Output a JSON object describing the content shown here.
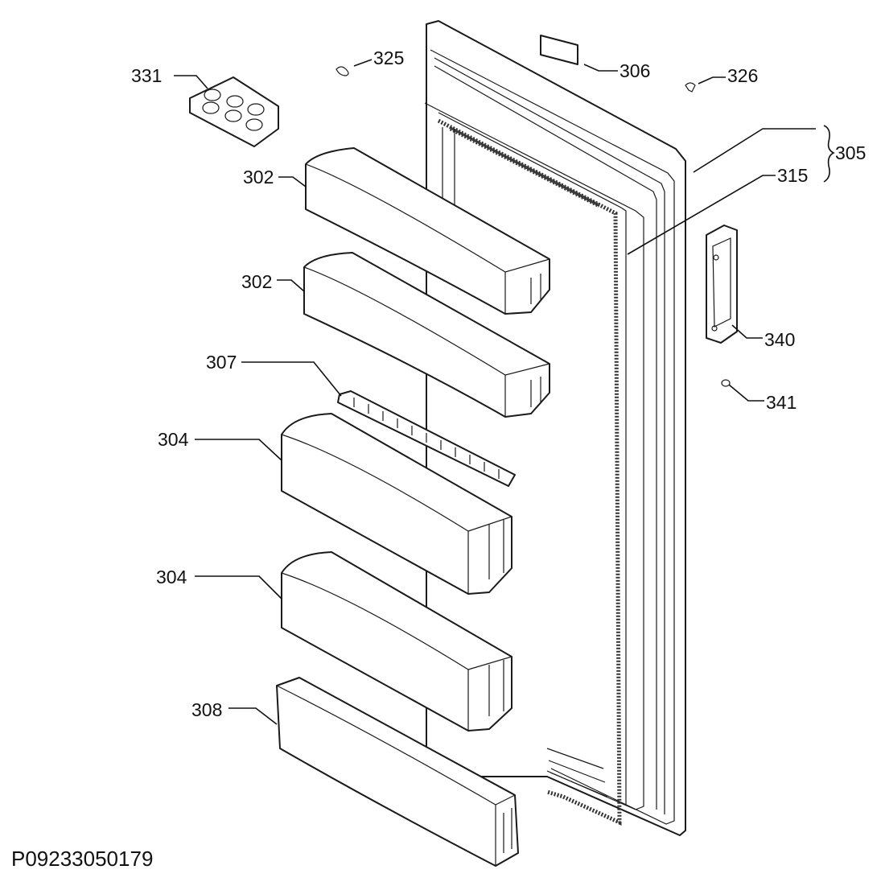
{
  "diagram": {
    "drawing_code": "P09233050179",
    "labels": {
      "p331": "331",
      "p325": "325",
      "p306": "306",
      "p326": "326",
      "p305": "305",
      "p315": "315",
      "p302a": "302",
      "p302b": "302",
      "p307": "307",
      "p340": "340",
      "p341": "341",
      "p304a": "304",
      "p304b": "304",
      "p308": "308"
    }
  }
}
